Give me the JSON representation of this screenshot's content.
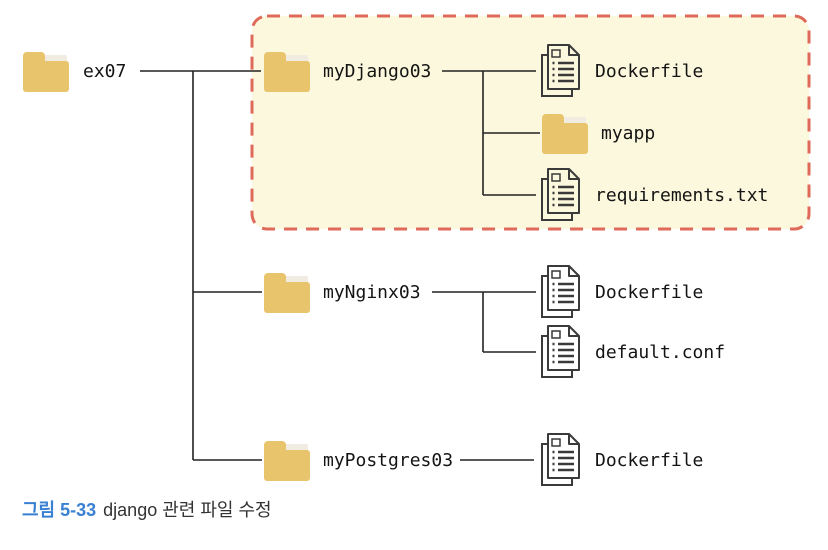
{
  "diagram": {
    "root": {
      "label": "ex07",
      "type": "folder"
    },
    "children": [
      {
        "label": "myDjango03",
        "type": "folder",
        "highlighted": true,
        "children": [
          {
            "label": "Dockerfile",
            "type": "file"
          },
          {
            "label": "myapp",
            "type": "folder"
          },
          {
            "label": "requirements.txt",
            "type": "file"
          }
        ]
      },
      {
        "label": "myNginx03",
        "type": "folder",
        "highlighted": false,
        "children": [
          {
            "label": "Dockerfile",
            "type": "file"
          },
          {
            "label": "default.conf",
            "type": "file"
          }
        ]
      },
      {
        "label": "myPostgres03",
        "type": "folder",
        "highlighted": false,
        "children": [
          {
            "label": "Dockerfile",
            "type": "file"
          }
        ]
      }
    ]
  },
  "caption": {
    "figure_label": "그림 5-33",
    "text": "django 관련 파일 수정"
  },
  "colors": {
    "folder_body": "#e8c46d",
    "folder_paper": "#f0ece1",
    "highlight_background": "#fcf8dd",
    "highlight_border": "#df6a5a",
    "connector_line": "#222222",
    "file_outline": "#3a3a3a",
    "caption_accent": "#3a80d2",
    "label_text": "#141414"
  }
}
